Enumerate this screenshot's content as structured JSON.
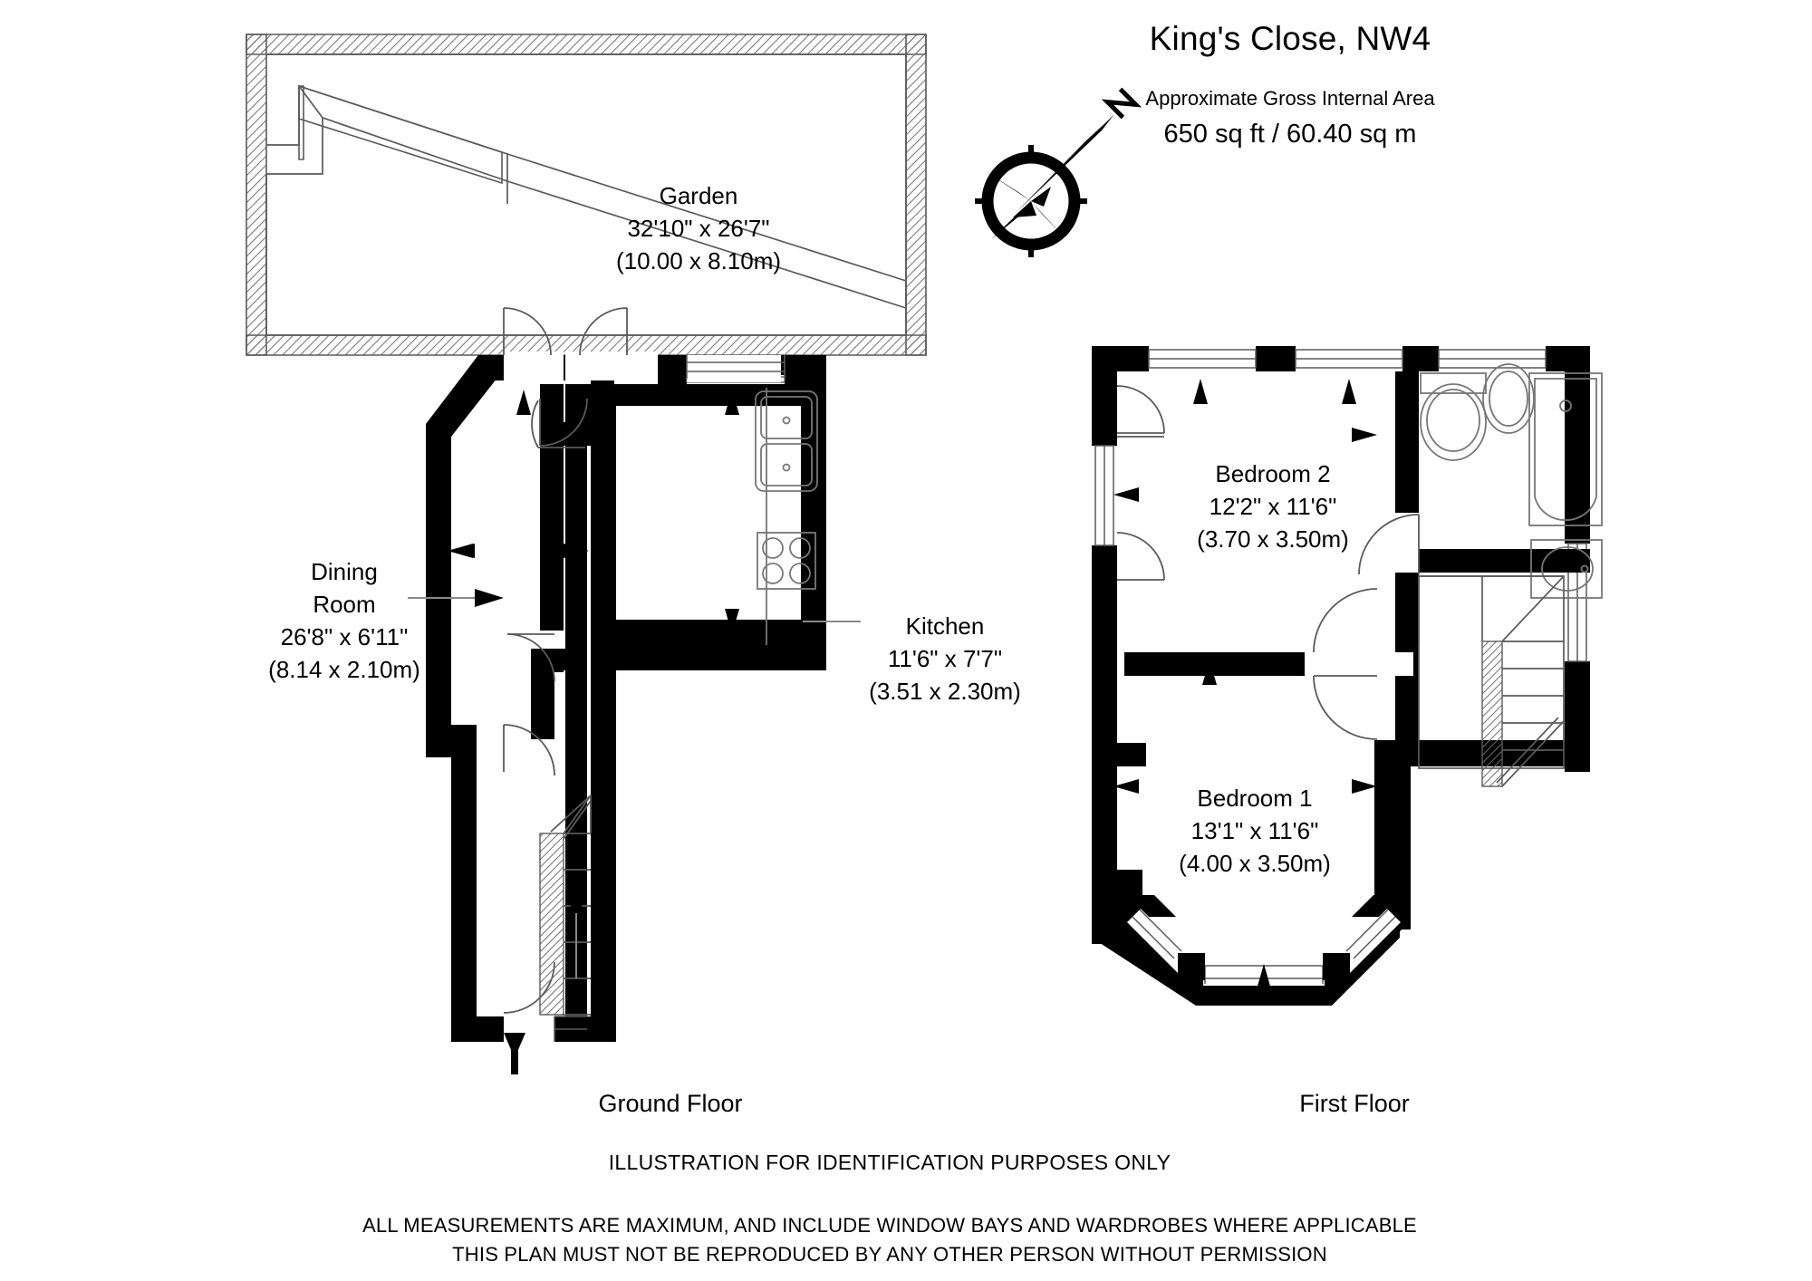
{
  "header": {
    "title": "King's Close, NW4",
    "area_caption": "Approximate Gross Internal Area",
    "area_value": "650 sq ft  /  60.40 sq m"
  },
  "compass": {
    "icon": "compass-rose-icon",
    "north_label": "N"
  },
  "floors": [
    {
      "id": "ground",
      "caption": "Ground Floor"
    },
    {
      "id": "first",
      "caption": "First Floor"
    }
  ],
  "rooms": [
    {
      "id": "garden",
      "name": "Garden",
      "imperial": "32'10\" x 26'7\"",
      "metric": "(10.00 x 8.10m)"
    },
    {
      "id": "dining-room",
      "name_line1": "Dining",
      "name_line2": "Room",
      "imperial": "26'8\" x 6'11\"",
      "metric": "(8.14 x 2.10m)"
    },
    {
      "id": "kitchen",
      "name": "Kitchen",
      "imperial": "11'6\" x 7'7\"",
      "metric": "(3.51 x 2.30m)"
    },
    {
      "id": "bedroom-2",
      "name": "Bedroom 2",
      "imperial": "12'2\" x 11'6\"",
      "metric": "(3.70 x 3.50m)"
    },
    {
      "id": "bedroom-1",
      "name": "Bedroom 1",
      "imperial": "13'1\" x 11'6\"",
      "metric": "(4.00 x 3.50m)"
    }
  ],
  "fixtures": [
    {
      "id": "kitchen-sink",
      "icon": "double-sink-icon"
    },
    {
      "id": "kitchen-hob",
      "icon": "four-burner-hob-icon"
    },
    {
      "id": "bathroom-wc",
      "icon": "toilet-icon"
    },
    {
      "id": "bathroom-bidet",
      "icon": "bidet-icon"
    },
    {
      "id": "bathroom-bath",
      "icon": "bathtub-icon"
    },
    {
      "id": "bathroom-basin",
      "icon": "wash-basin-icon"
    },
    {
      "id": "ground-stairs",
      "icon": "staircase-up-icon"
    },
    {
      "id": "first-stairs",
      "icon": "staircase-icon"
    },
    {
      "id": "entrance-arrow",
      "icon": "entrance-arrow-icon"
    }
  ],
  "footer": {
    "illustration_note": "ILLUSTRATION FOR IDENTIFICATION PURPOSES ONLY",
    "measurements_note": "ALL MEASUREMENTS ARE MAXIMUM, AND INCLUDE WINDOW BAYS AND WARDROBES WHERE APPLICABLE",
    "reproduction_note": "THIS PLAN MUST NOT BE REPRODUCED BY ANY OTHER PERSON WITHOUT PERMISSION"
  },
  "colors": {
    "wall": "#000000",
    "background": "#ffffff",
    "thin_line": "#5a5a5a",
    "hatch": "#777777"
  }
}
